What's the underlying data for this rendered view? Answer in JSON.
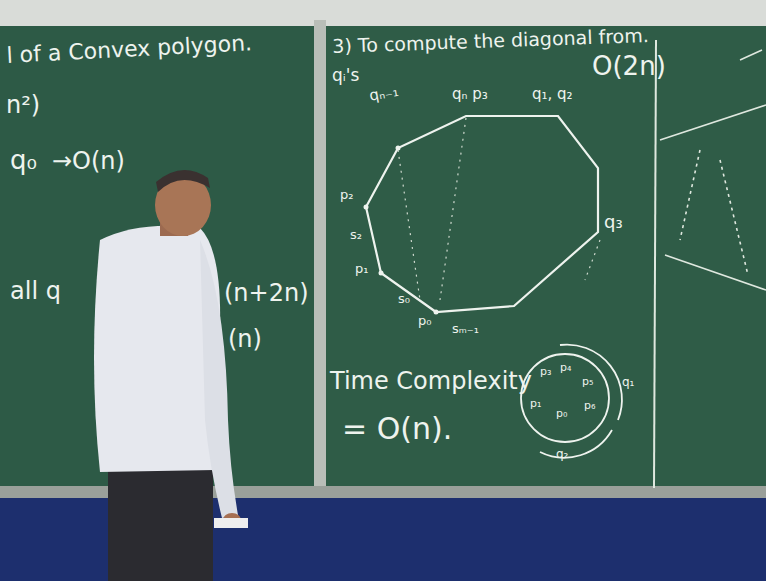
{
  "diagram": {
    "labels": [
      "l of a Convex polygon.",
      "n²)",
      "q₀",
      "→O(n)",
      "all q",
      "(n+2n)",
      "(n)",
      "3) To compute the diagonal from.",
      "qᵢ's",
      "qₙ₋₁",
      "qₙ p₃",
      "q₁, q₂",
      "O(2n)",
      "q₃",
      "p₂",
      "s₂",
      "p₁",
      "s₀",
      "p₀",
      "sₘ₋₁",
      "Time Complexity",
      "= O(n).",
      "p₃",
      "p₄",
      "p₅",
      "p₁",
      "p₀",
      "p₆",
      "q₁",
      "q₂"
    ]
  }
}
